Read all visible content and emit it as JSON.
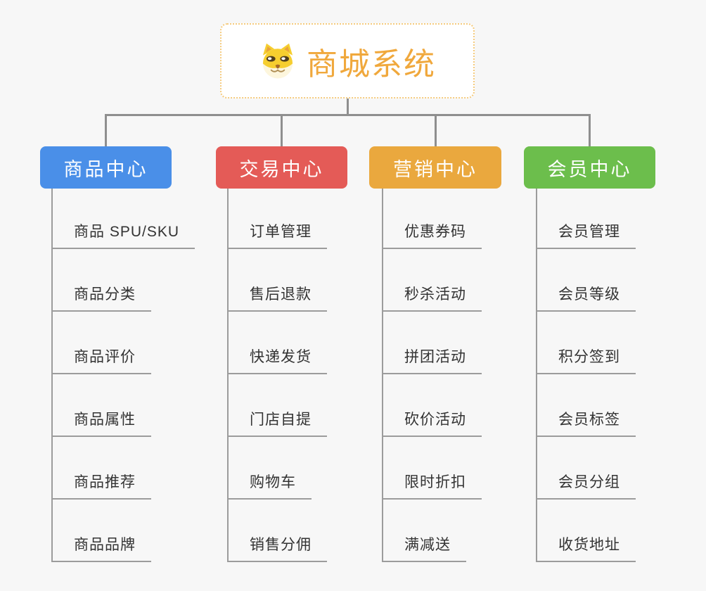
{
  "canvas": {
    "background": "#f7f7f7",
    "connector_color": "#8f8f8f"
  },
  "root": {
    "label": "商城系统",
    "icon": "doge-icon",
    "text_color": "#f0a83c",
    "border_color": "#f5cb7e",
    "background": "#ffffff"
  },
  "branches": [
    {
      "label": "商品中心",
      "color": "#4a8fe8",
      "children": [
        "商品 SPU/SKU",
        "商品分类",
        "商品评价",
        "商品属性",
        "商品推荐",
        "商品品牌"
      ]
    },
    {
      "label": "交易中心",
      "color": "#e45b57",
      "children": [
        "订单管理",
        "售后退款",
        "快递发货",
        "门店自提",
        "购物车",
        "销售分佣"
      ]
    },
    {
      "label": "营销中心",
      "color": "#eaa83e",
      "children": [
        "优惠券码",
        "秒杀活动",
        "拼团活动",
        "砍价活动",
        "限时折扣",
        "满减送"
      ]
    },
    {
      "label": "会员中心",
      "color": "#6cbe4c",
      "children": [
        "会员管理",
        "会员等级",
        "积分签到",
        "会员标签",
        "会员分组",
        "收货地址"
      ]
    }
  ]
}
